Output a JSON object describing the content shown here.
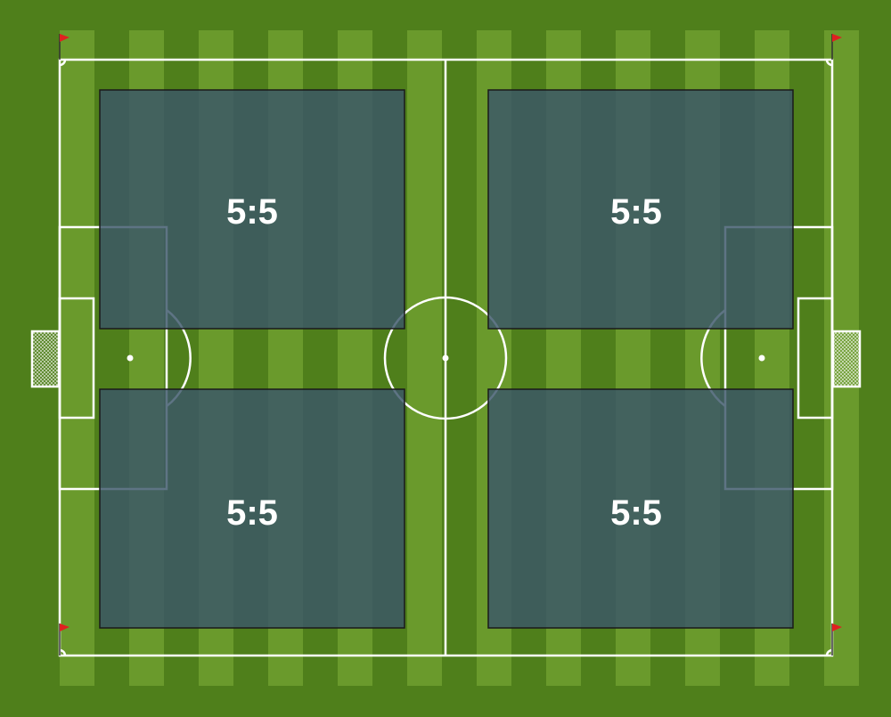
{
  "pitch": {
    "colors": {
      "grass_dark": "#4f7f1b",
      "grass_light": "#6a9a2c",
      "line": "#ffffff",
      "zone_fill": "#3b5569",
      "zone_border": "#1a1a1a",
      "flag": "#e02020"
    }
  },
  "zones": [
    {
      "label": "5:5"
    },
    {
      "label": "5:5"
    },
    {
      "label": "5:5"
    },
    {
      "label": "5:5"
    }
  ]
}
